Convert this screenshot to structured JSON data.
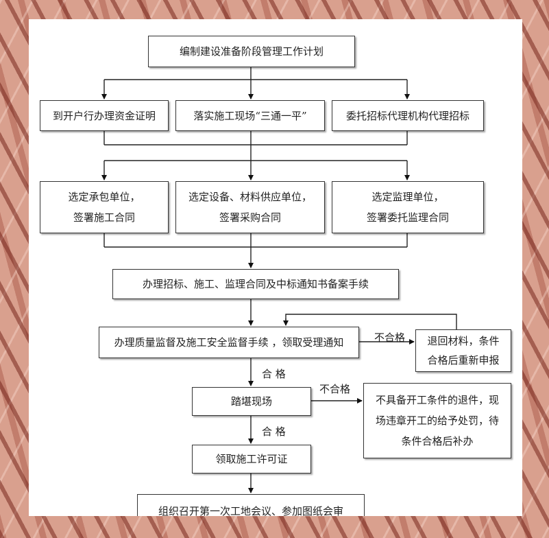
{
  "title": "编制建设准备阶段管理工作计划",
  "row1": [
    "到开户行办理资金证明",
    "落实施工现场“三通一平”",
    "委托招标代理机构代理招标"
  ],
  "row2": [
    [
      "选定承包单位，",
      "签署施工合同"
    ],
    [
      "选定设备、材料供应单位，",
      "签署采购合同"
    ],
    [
      "选定监理单位，",
      "签署委托监理合同"
    ]
  ],
  "filing": "办理招标、施工、监理合同及中标通知书备案手续",
  "supervision": "办理质量监督及施工安全监督手续 ，领取受理通知",
  "reject_box": [
    "退回材料，条件",
    "合格后重新申报"
  ],
  "survey": "踏堪现场",
  "penalty_box": [
    "不具备开工条件的退件，现",
    "场违章开工的给予处罚，待",
    "条件合格后补办"
  ],
  "permit": "领取施工许可证",
  "meeting": "组织召开第一次工地会议、参加图纸会审",
  "labels": {
    "fail1": "不合格",
    "fail2": "不合格",
    "pass1": "合 格",
    "pass2": "合 格"
  }
}
